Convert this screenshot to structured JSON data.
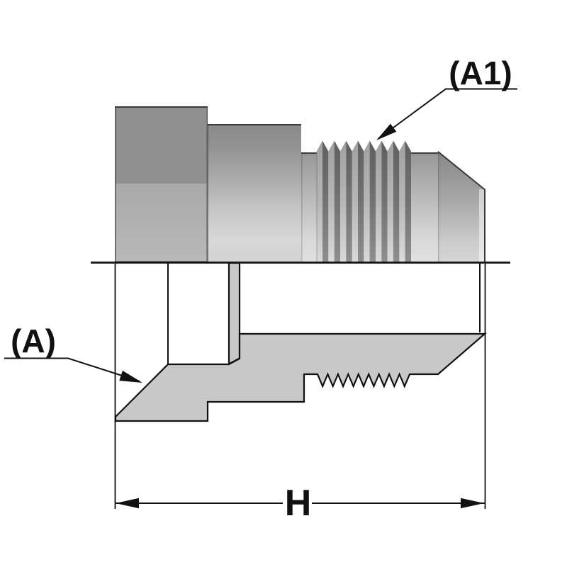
{
  "labels": {
    "a1": "(A1)",
    "a": "(A)",
    "h": "H"
  },
  "colors": {
    "background": "#ffffff",
    "outline": "#111111",
    "section_fill": "#c8c8c8",
    "hex_top": "#909090",
    "hex_bottom": "#b2b2b2"
  }
}
